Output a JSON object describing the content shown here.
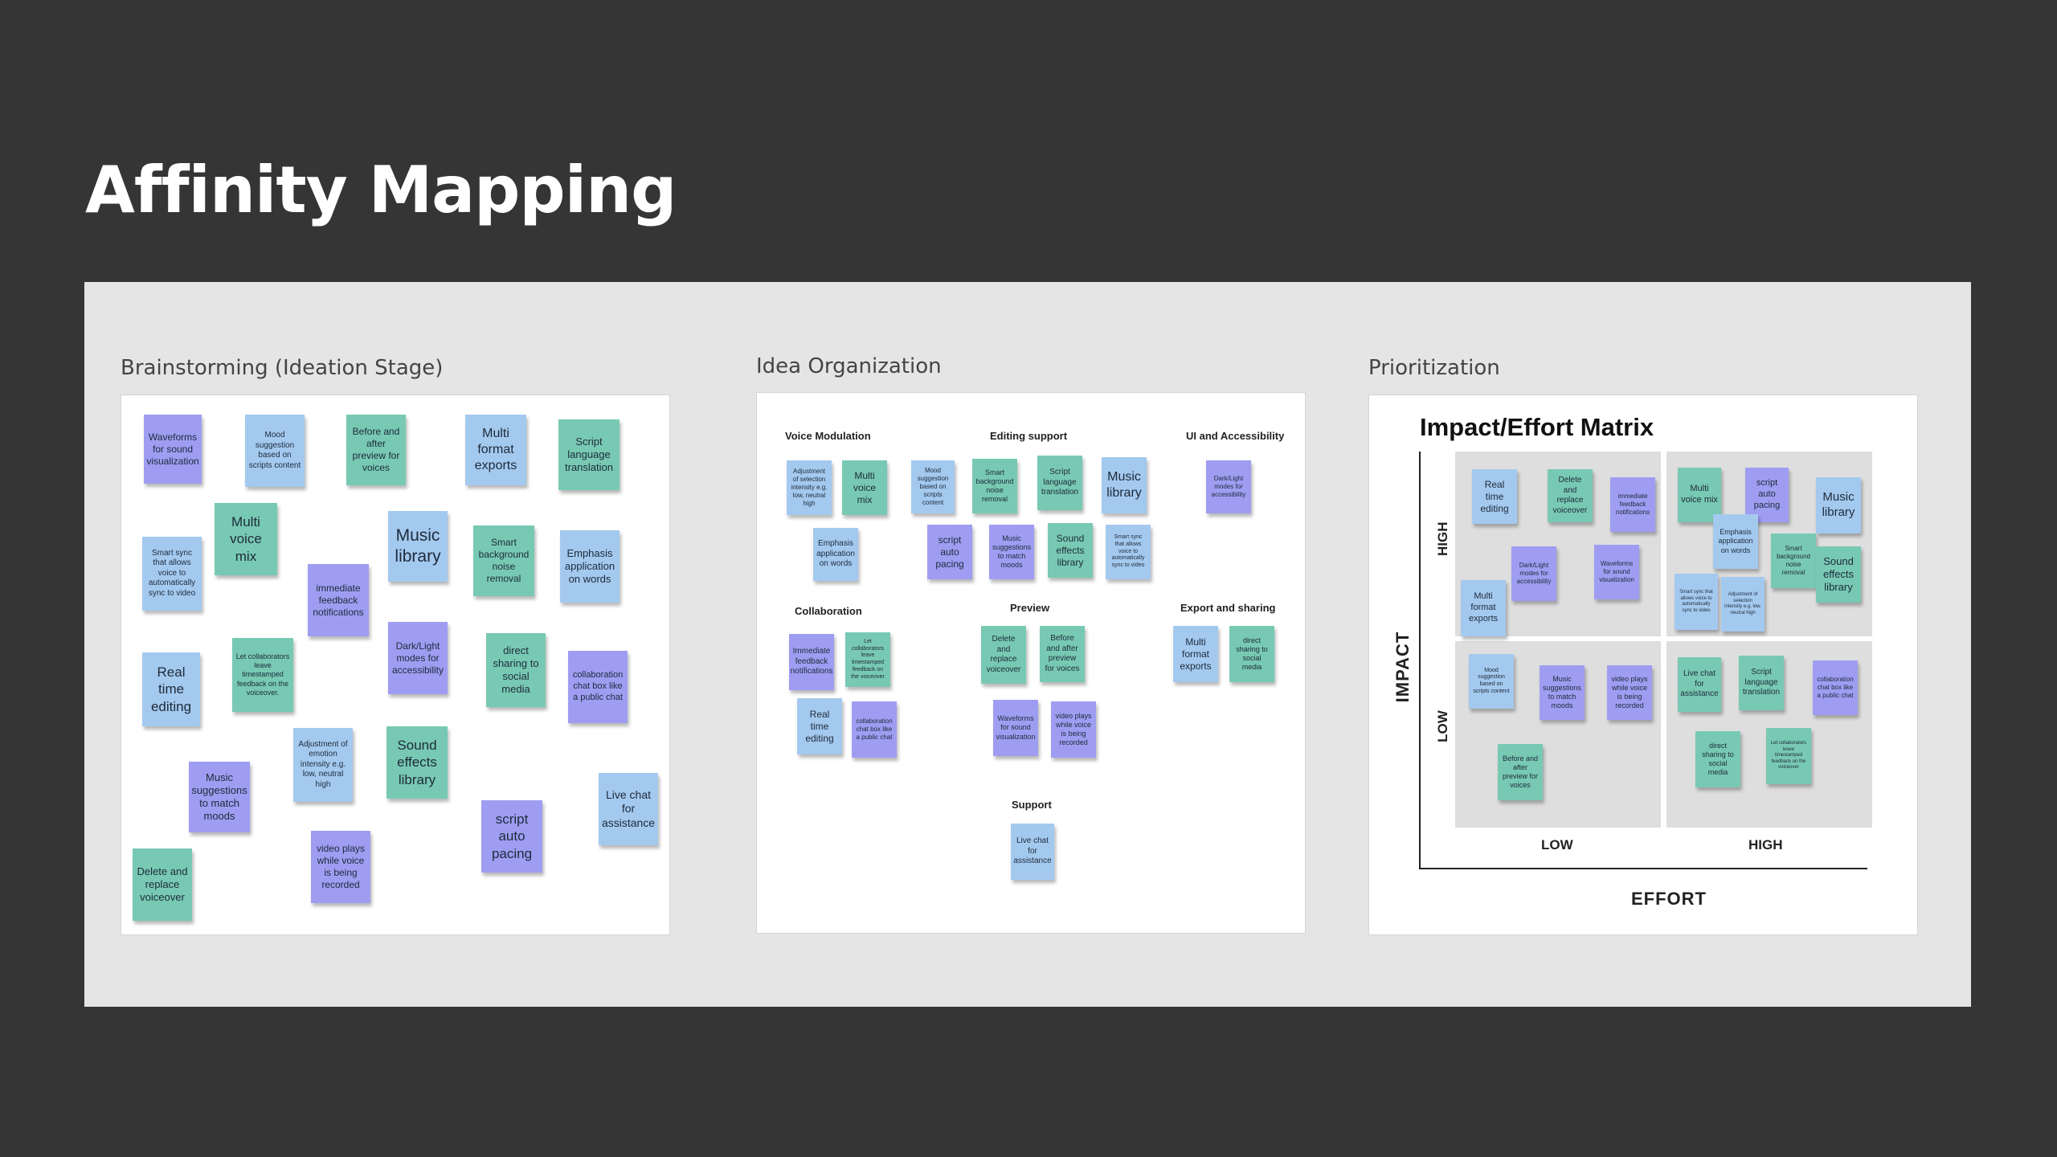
{
  "page": {
    "title": "Affinity Mapping"
  },
  "sections": {
    "brainstorming": "Brainstorming (Ideation Stage)",
    "organization": "Idea Organization",
    "prioritization": "Prioritization"
  },
  "colors": {
    "blue": "#a4c9ef",
    "purple": "#9f9df2",
    "teal": "#78c9b3",
    "background": "#353535",
    "board": "#e5e5e5"
  },
  "brainstorm_notes": [
    {
      "text": "Waveforms for sound visualization",
      "color": "purple"
    },
    {
      "text": "Mood suggestion based on scripts content",
      "color": "blue"
    },
    {
      "text": "Before and after preview for voices",
      "color": "teal"
    },
    {
      "text": "Multi format exports",
      "color": "blue"
    },
    {
      "text": "Script language translation",
      "color": "teal"
    },
    {
      "text": "Multi voice mix",
      "color": "teal"
    },
    {
      "text": "Music library",
      "color": "blue"
    },
    {
      "text": "Smart sync that allows voice to automatically sync to video",
      "color": "blue"
    },
    {
      "text": "immediate feedback notifications",
      "color": "purple"
    },
    {
      "text": "Smart background noise removal",
      "color": "teal"
    },
    {
      "text": "Emphasis application on words",
      "color": "blue"
    },
    {
      "text": "Real time editing",
      "color": "blue"
    },
    {
      "text": "Let collaborators leave timestamped feedback on the voiceover.",
      "color": "teal"
    },
    {
      "text": "Dark/Light modes for accessibility",
      "color": "purple"
    },
    {
      "text": "direct sharing to social media",
      "color": "teal"
    },
    {
      "text": "collaboration chat box like a public chat",
      "color": "purple"
    },
    {
      "text": "Adjustment of emotion intensity e.g. low, neutral high",
      "color": "blue"
    },
    {
      "text": "Sound effects library",
      "color": "teal"
    },
    {
      "text": "Music suggestions to match moods",
      "color": "purple"
    },
    {
      "text": "Live chat for assistance",
      "color": "blue"
    },
    {
      "text": "script auto pacing",
      "color": "purple"
    },
    {
      "text": "video plays while voice is being recorded",
      "color": "purple"
    },
    {
      "text": "Delete and replace voiceover",
      "color": "teal"
    }
  ],
  "organization": {
    "groups": [
      "Voice Modulation",
      "Editing support",
      "UI and Accessibility",
      "Collaboration",
      "Preview",
      "Export and sharing",
      "Support"
    ],
    "notes": [
      {
        "text": "Adjustment of selection intensity e.g. low, neutral high",
        "color": "blue"
      },
      {
        "text": "Multi voice mix",
        "color": "teal"
      },
      {
        "text": "Emphasis application on words",
        "color": "blue"
      },
      {
        "text": "Mood suggestion based on scripts content",
        "color": "blue"
      },
      {
        "text": "Smart background noise removal",
        "color": "teal"
      },
      {
        "text": "Script language translation",
        "color": "teal"
      },
      {
        "text": "Music library",
        "color": "blue"
      },
      {
        "text": "script auto pacing",
        "color": "purple"
      },
      {
        "text": "Music suggestions to match moods",
        "color": "purple"
      },
      {
        "text": "Sound effects library",
        "color": "teal"
      },
      {
        "text": "Smart sync that allows voice to automatically sync to video",
        "color": "blue"
      },
      {
        "text": "Dark/Light modes for accessibility",
        "color": "purple"
      },
      {
        "text": "Immediate feedback notifications",
        "color": "purple"
      },
      {
        "text": "Let collaborators leave timestamped feedback on the voiceover",
        "color": "teal"
      },
      {
        "text": "Real time editing",
        "color": "blue"
      },
      {
        "text": "collaboration chat box like a public chat",
        "color": "purple"
      },
      {
        "text": "Delete and replace voiceover",
        "color": "teal"
      },
      {
        "text": "Before and after preview for voices",
        "color": "teal"
      },
      {
        "text": "Waveforms for sound visualization",
        "color": "purple"
      },
      {
        "text": "video plays while voice is being recorded",
        "color": "purple"
      },
      {
        "text": "Multi format exports",
        "color": "blue"
      },
      {
        "text": "direct sharing to social media",
        "color": "teal"
      },
      {
        "text": "Live chat for assistance",
        "color": "blue"
      }
    ]
  },
  "matrix": {
    "title": "Impact/Effort Matrix",
    "y_axis": "IMPACT",
    "x_axis": "EFFORT",
    "y_high": "HIGH",
    "y_low": "LOW",
    "x_low": "LOW",
    "x_high": "HIGH",
    "notes": [
      {
        "text": "Real time editing",
        "color": "blue"
      },
      {
        "text": "Delete and replace voiceover",
        "color": "teal"
      },
      {
        "text": "immediate feedback notifications",
        "color": "purple"
      },
      {
        "text": "Dark/Light modes for accessibility",
        "color": "purple"
      },
      {
        "text": "Waveforms for sound visualization",
        "color": "purple"
      },
      {
        "text": "Multi format exports",
        "color": "blue"
      },
      {
        "text": "Multi voice mix",
        "color": "teal"
      },
      {
        "text": "script auto pacing",
        "color": "purple"
      },
      {
        "text": "Music library",
        "color": "blue"
      },
      {
        "text": "Emphasis application on words",
        "color": "blue"
      },
      {
        "text": "Smart background noise removal",
        "color": "teal"
      },
      {
        "text": "Sound effects library",
        "color": "teal"
      },
      {
        "text": "Smart sync that allows voice to automatically sync to video",
        "color": "blue"
      },
      {
        "text": "Adjustment of selection intensity e.g. low, neutral high",
        "color": "blue"
      },
      {
        "text": "Mood suggestion based on scripts content",
        "color": "blue"
      },
      {
        "text": "Music suggestions to match moods",
        "color": "purple"
      },
      {
        "text": "video plays while voice is being recorded",
        "color": "purple"
      },
      {
        "text": "Live chat for assistance",
        "color": "teal"
      },
      {
        "text": "Script language translation",
        "color": "teal"
      },
      {
        "text": "collaboration chat box like a public chat",
        "color": "purple"
      },
      {
        "text": "Before and after preview for voices",
        "color": "teal"
      },
      {
        "text": "direct sharing to social media",
        "color": "teal"
      },
      {
        "text": "Let collaborators leave timestamped feedback on the voiceover",
        "color": "teal"
      }
    ]
  }
}
